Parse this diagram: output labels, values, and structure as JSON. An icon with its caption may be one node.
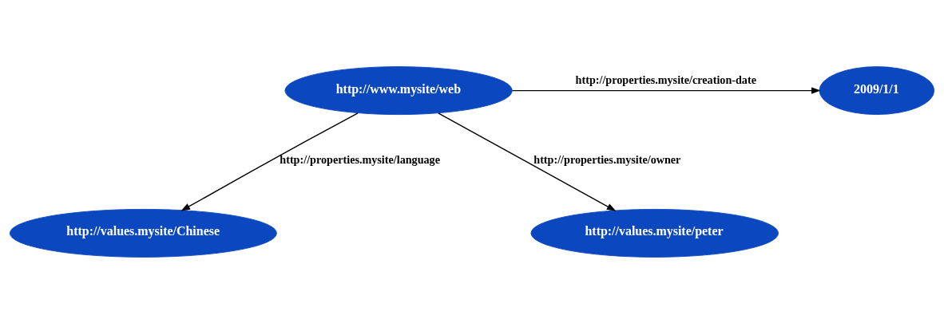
{
  "diagram": {
    "nodes": [
      {
        "text": [
          "http://www.mysite/web"
        ]
      },
      {
        "text": [
          "2009/1/1"
        ]
      },
      {
        "text": [
          "http://values.mysite/Chinese"
        ]
      },
      {
        "text": [
          "http://values.mysite/peter"
        ]
      }
    ],
    "edges": [
      {
        "from": 0,
        "to": 1,
        "arrow": "to",
        "label": "http://properties.mysite/creation-date"
      },
      {
        "from": 0,
        "to": 3,
        "arrow": "to",
        "label": "http://properties.mysite/owner"
      },
      {
        "from": 0,
        "to": 2,
        "arrow": "to",
        "label": "http://properties.mysite/language"
      }
    ]
  }
}
